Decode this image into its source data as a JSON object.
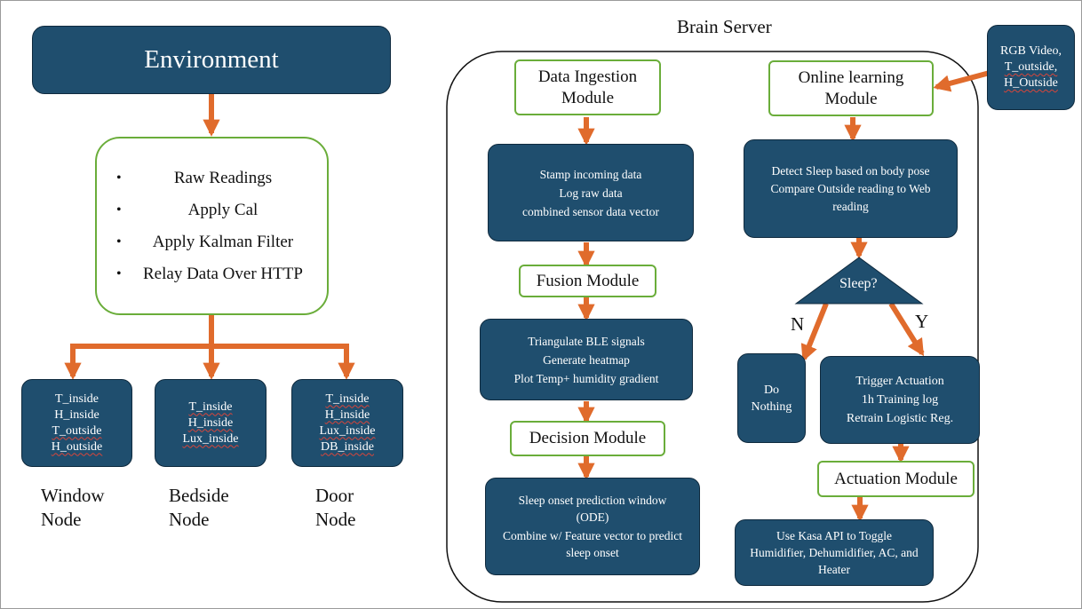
{
  "brain_title": "Brain Server",
  "environment": {
    "title": "Environment",
    "steps": [
      "Raw Readings",
      "Apply Cal",
      "Apply Kalman Filter",
      "Relay Data Over HTTP"
    ]
  },
  "nodes": [
    {
      "readings": [
        "T_inside",
        "H_inside",
        "T_outside",
        "H_outside"
      ],
      "label": [
        "Window",
        "Node"
      ]
    },
    {
      "readings": [
        "T_inside",
        "H_inside",
        "Lux_inside"
      ],
      "label": [
        "Bedside",
        "Node"
      ]
    },
    {
      "readings": [
        "T_inside",
        "H_inside",
        "Lux_inside",
        "DB_inside"
      ],
      "label": [
        "Door",
        "Node"
      ]
    }
  ],
  "left_column": {
    "ingestion": "Data Ingestion Module",
    "ingestion_steps": [
      "Stamp incoming data",
      "Log raw data",
      "combined sensor data vector"
    ],
    "fusion": "Fusion Module",
    "fusion_steps": [
      "Triangulate BLE signals",
      "Generate heatmap",
      "Plot Temp+ humidity gradient"
    ],
    "decision": "Decision Module",
    "decision_steps": [
      "Sleep onset prediction window (ODE)",
      "Combine w/ Feature vector to predict sleep onset"
    ]
  },
  "right_column": {
    "online": "Online learning Module",
    "input_box": [
      "RGB Video,",
      "T_outside,",
      "H_Outside"
    ],
    "detect_steps": [
      "Detect Sleep based on body pose",
      "Compare Outside reading to Web reading"
    ],
    "decision_label": "Sleep?",
    "no_label": "N",
    "yes_label": "Y",
    "no_action": [
      "Do",
      "Nothing"
    ],
    "yes_steps": [
      "Trigger Actuation",
      "1h Training log",
      "Retrain Logistic Reg."
    ],
    "actuation": "Actuation Module",
    "actuation_steps": [
      "Use Kasa API to Toggle Humidifier, Dehumidifier, AC, and Heater"
    ]
  },
  "colors": {
    "box_fill": "#1f4e6e",
    "arrow": "#e06b2c",
    "green_border": "#6aad3a"
  }
}
